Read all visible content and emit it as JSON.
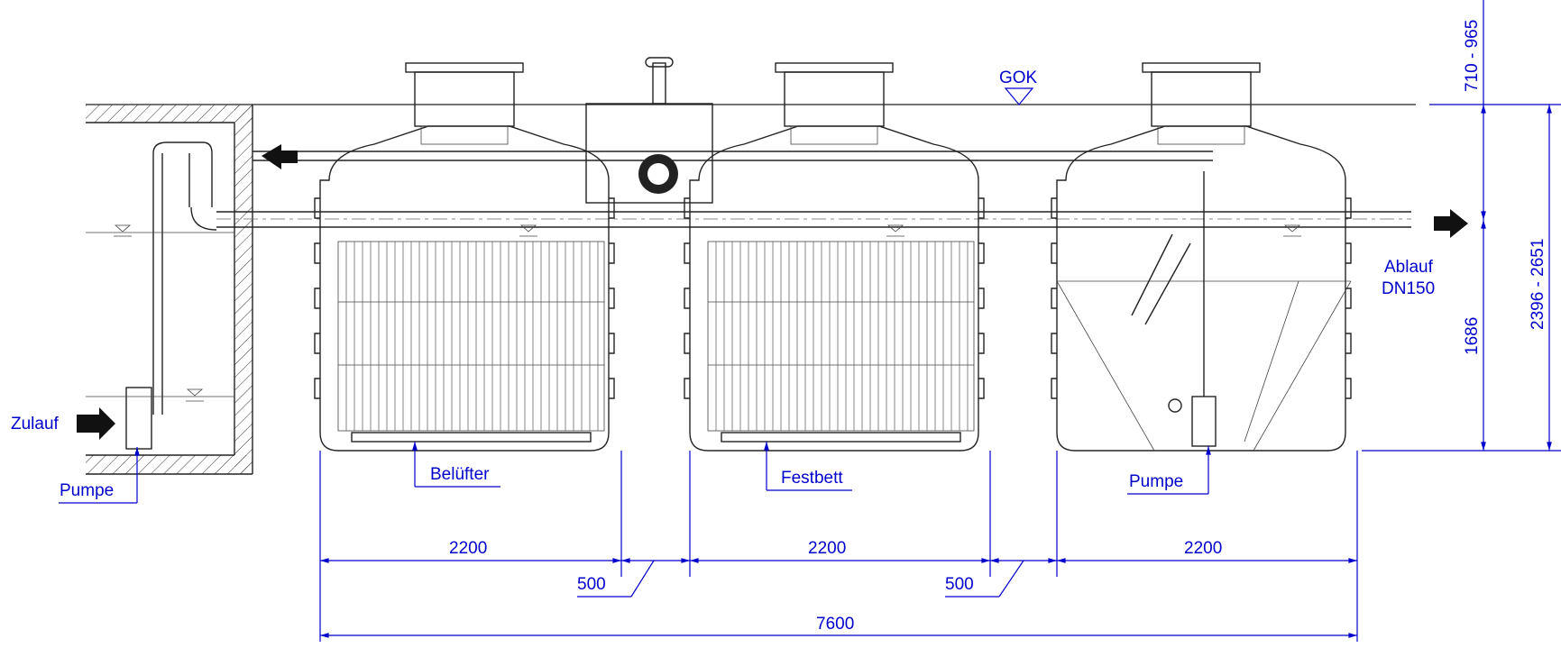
{
  "labels": {
    "gok": "GOK",
    "zulauf": "Zulauf",
    "pumpe_left": "Pumpe",
    "pumpe_right": "Pumpe",
    "beluefter": "Belüfter",
    "festbett": "Festbett",
    "ablauf": "Ablauf",
    "dn": "DN150"
  },
  "dimensions": {
    "tank1_width": "2200",
    "tank2_width": "2200",
    "tank3_width": "2200",
    "gap1": "500",
    "gap2": "500",
    "total": "7600",
    "cover_height": "710 - 965",
    "water_depth": "1686",
    "total_height": "2396 - 2651"
  },
  "colors": {
    "dimension": "#0000cc",
    "line": "#222222"
  }
}
